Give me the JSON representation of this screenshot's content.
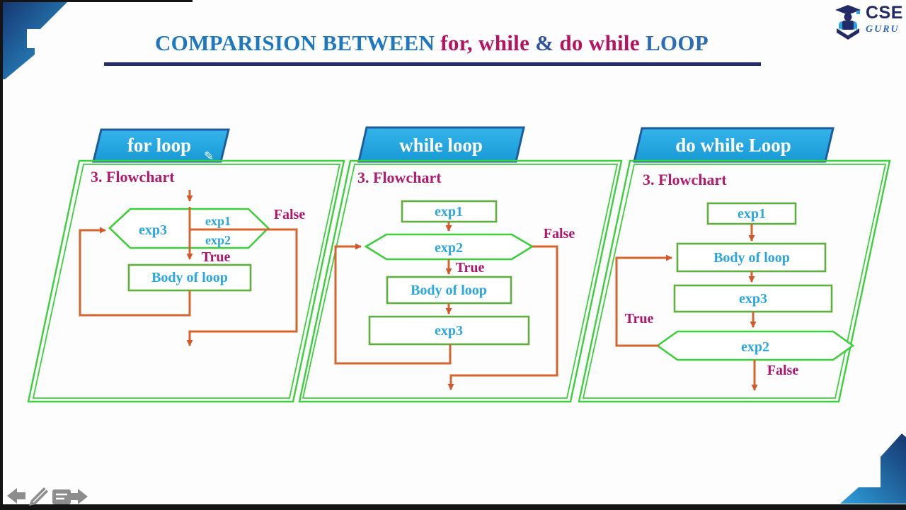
{
  "slide": {
    "title": {
      "lead": "COMPARISION BETWEEN ",
      "highlight1": "for, while ",
      "amp": "& ",
      "highlight2": "do while ",
      "tail": "LOOP"
    }
  },
  "logo": {
    "name": "CSE",
    "sub": "GURU"
  },
  "panels": [
    {
      "tab": "for loop",
      "tab_icon": "✎",
      "heading": "3. Flowchart",
      "init": "exp1",
      "cond": "exp2",
      "update": "exp3",
      "body": "Body of loop",
      "true_label": "True",
      "false_label": "False"
    },
    {
      "tab": "while loop",
      "heading": "3. Flowchart",
      "init": "exp1",
      "cond": "exp2",
      "update": "exp3",
      "body": "Body of loop",
      "true_label": "True",
      "false_label": "False"
    },
    {
      "tab": "do while Loop",
      "heading": "3. Flowchart",
      "init": "exp1",
      "cond": "exp2",
      "update": "exp3",
      "body": "Body of loop",
      "true_label": "True",
      "false_label": "False"
    }
  ],
  "toolbar": {
    "icons": [
      "previous-arrow",
      "pencil",
      "notes",
      "next-arrow"
    ]
  },
  "colors": {
    "title_blue": "#1d78c0",
    "title_magenta": "#b5135f",
    "title_navy": "#31529b",
    "underline_navy": "#272c6b",
    "tab_blue": "#24a7e2",
    "tab_border": "#1d5c9e",
    "panel_green": "#3ccf3c",
    "node_border_green": "#5faf3e",
    "node_text_teal": "#2ba7dd",
    "label_magenta": "#b0156b",
    "arrow_orange": "#d4652e",
    "ribbon_navy": "#1b3a75",
    "ribbon_blue": "#2ea0dc",
    "toolbar_gray": "#8d8d8d"
  }
}
